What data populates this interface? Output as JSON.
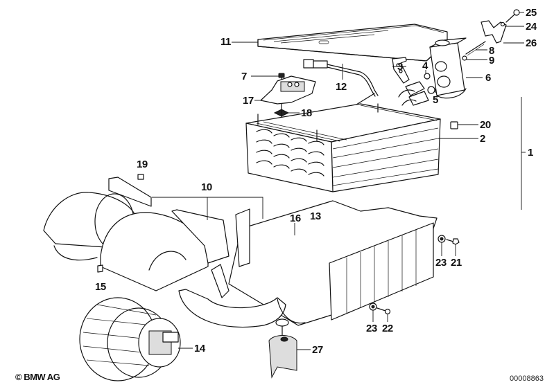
{
  "diagram": {
    "title": "Evaporator / blower housing exploded view",
    "copyright": "© BMW AG",
    "document_number": "00008863",
    "callouts": [
      {
        "id": "1",
        "label": "1"
      },
      {
        "id": "2",
        "label": "2"
      },
      {
        "id": "3",
        "label": "3"
      },
      {
        "id": "4",
        "label": "4"
      },
      {
        "id": "5",
        "label": "5"
      },
      {
        "id": "6",
        "label": "6"
      },
      {
        "id": "7",
        "label": "7"
      },
      {
        "id": "8",
        "label": "8"
      },
      {
        "id": "9",
        "label": "9"
      },
      {
        "id": "10",
        "label": "10"
      },
      {
        "id": "11",
        "label": "11"
      },
      {
        "id": "12",
        "label": "12"
      },
      {
        "id": "13",
        "label": "13"
      },
      {
        "id": "14",
        "label": "14"
      },
      {
        "id": "15",
        "label": "15"
      },
      {
        "id": "16",
        "label": "16"
      },
      {
        "id": "17",
        "label": "17"
      },
      {
        "id": "18",
        "label": "18"
      },
      {
        "id": "19",
        "label": "19"
      },
      {
        "id": "20",
        "label": "20"
      },
      {
        "id": "21",
        "label": "21"
      },
      {
        "id": "22",
        "label": "22"
      },
      {
        "id": "23a",
        "label": "23"
      },
      {
        "id": "23b",
        "label": "23"
      },
      {
        "id": "24",
        "label": "24"
      },
      {
        "id": "25",
        "label": "25"
      },
      {
        "id": "26",
        "label": "26"
      },
      {
        "id": "27",
        "label": "27"
      }
    ]
  }
}
